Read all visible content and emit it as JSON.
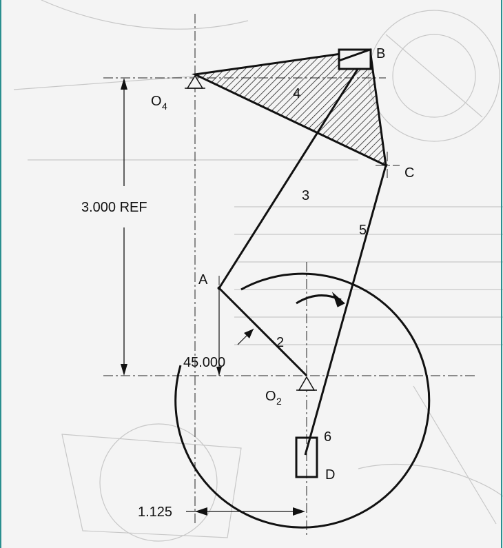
{
  "labels": {
    "B": "B",
    "C": "C",
    "O4": "O",
    "O4_sub": "4",
    "O2": "O",
    "O2_sub": "2",
    "A": "A",
    "D": "D",
    "link2": "2",
    "link3": "3",
    "link4": "4",
    "link5": "5",
    "link6": "6"
  },
  "dimensions": {
    "ref_height": "3.000 REF",
    "crank_angle": "45.000",
    "offset": "1.125"
  },
  "colors": {
    "line": "#111111",
    "frame_border": "#2a8f8f",
    "hatch": "#222222",
    "ghost": "#bdbdbd"
  },
  "icons": {
    "ground_pivot": "triangle-pivot-icon",
    "rotation": "curved-arrow-icon",
    "slider": "slider-block-icon"
  }
}
